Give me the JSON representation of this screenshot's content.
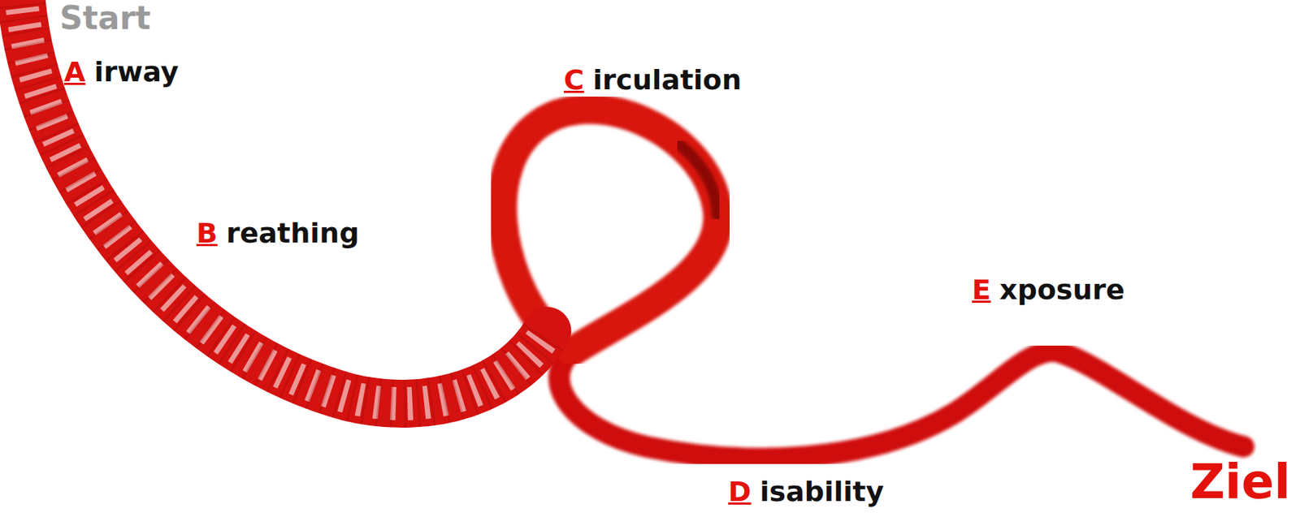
{
  "diagram": {
    "labels": [
      "Start",
      "A",
      "irway",
      "B",
      "reathing",
      "C",
      "irculation",
      "D",
      "isability",
      "E",
      "xposure",
      "Ziel"
    ]
  }
}
